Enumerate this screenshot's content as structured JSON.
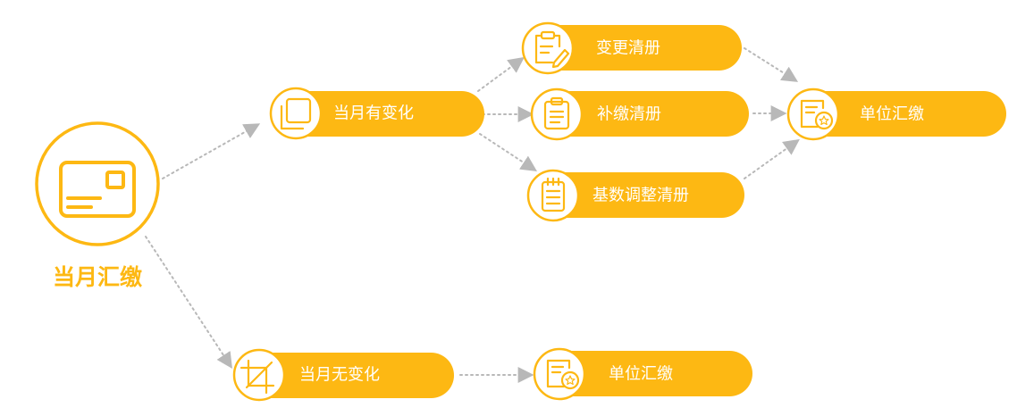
{
  "colors": {
    "accent": "#FDB813",
    "connector": "#b8b8b8",
    "label_text": "#ffffff"
  },
  "root": {
    "label": "当月汇缴",
    "icon": "card-icon"
  },
  "nodes": {
    "changed": {
      "label": "当月有变化",
      "icon": "copy-icon"
    },
    "unchanged": {
      "label": "当月无变化",
      "icon": "crop-icon"
    },
    "change_list": {
      "label": "变更清册",
      "icon": "clipboard-edit-icon"
    },
    "supplement_list": {
      "label": "补缴清册",
      "icon": "clipboard-icon"
    },
    "base_adjust_list": {
      "label": "基数调整清册",
      "icon": "notepad-icon"
    },
    "unit_payment_top": {
      "label": "单位汇缴",
      "icon": "certificate-icon"
    },
    "unit_payment_bottom": {
      "label": "单位汇缴",
      "icon": "certificate-icon"
    }
  }
}
